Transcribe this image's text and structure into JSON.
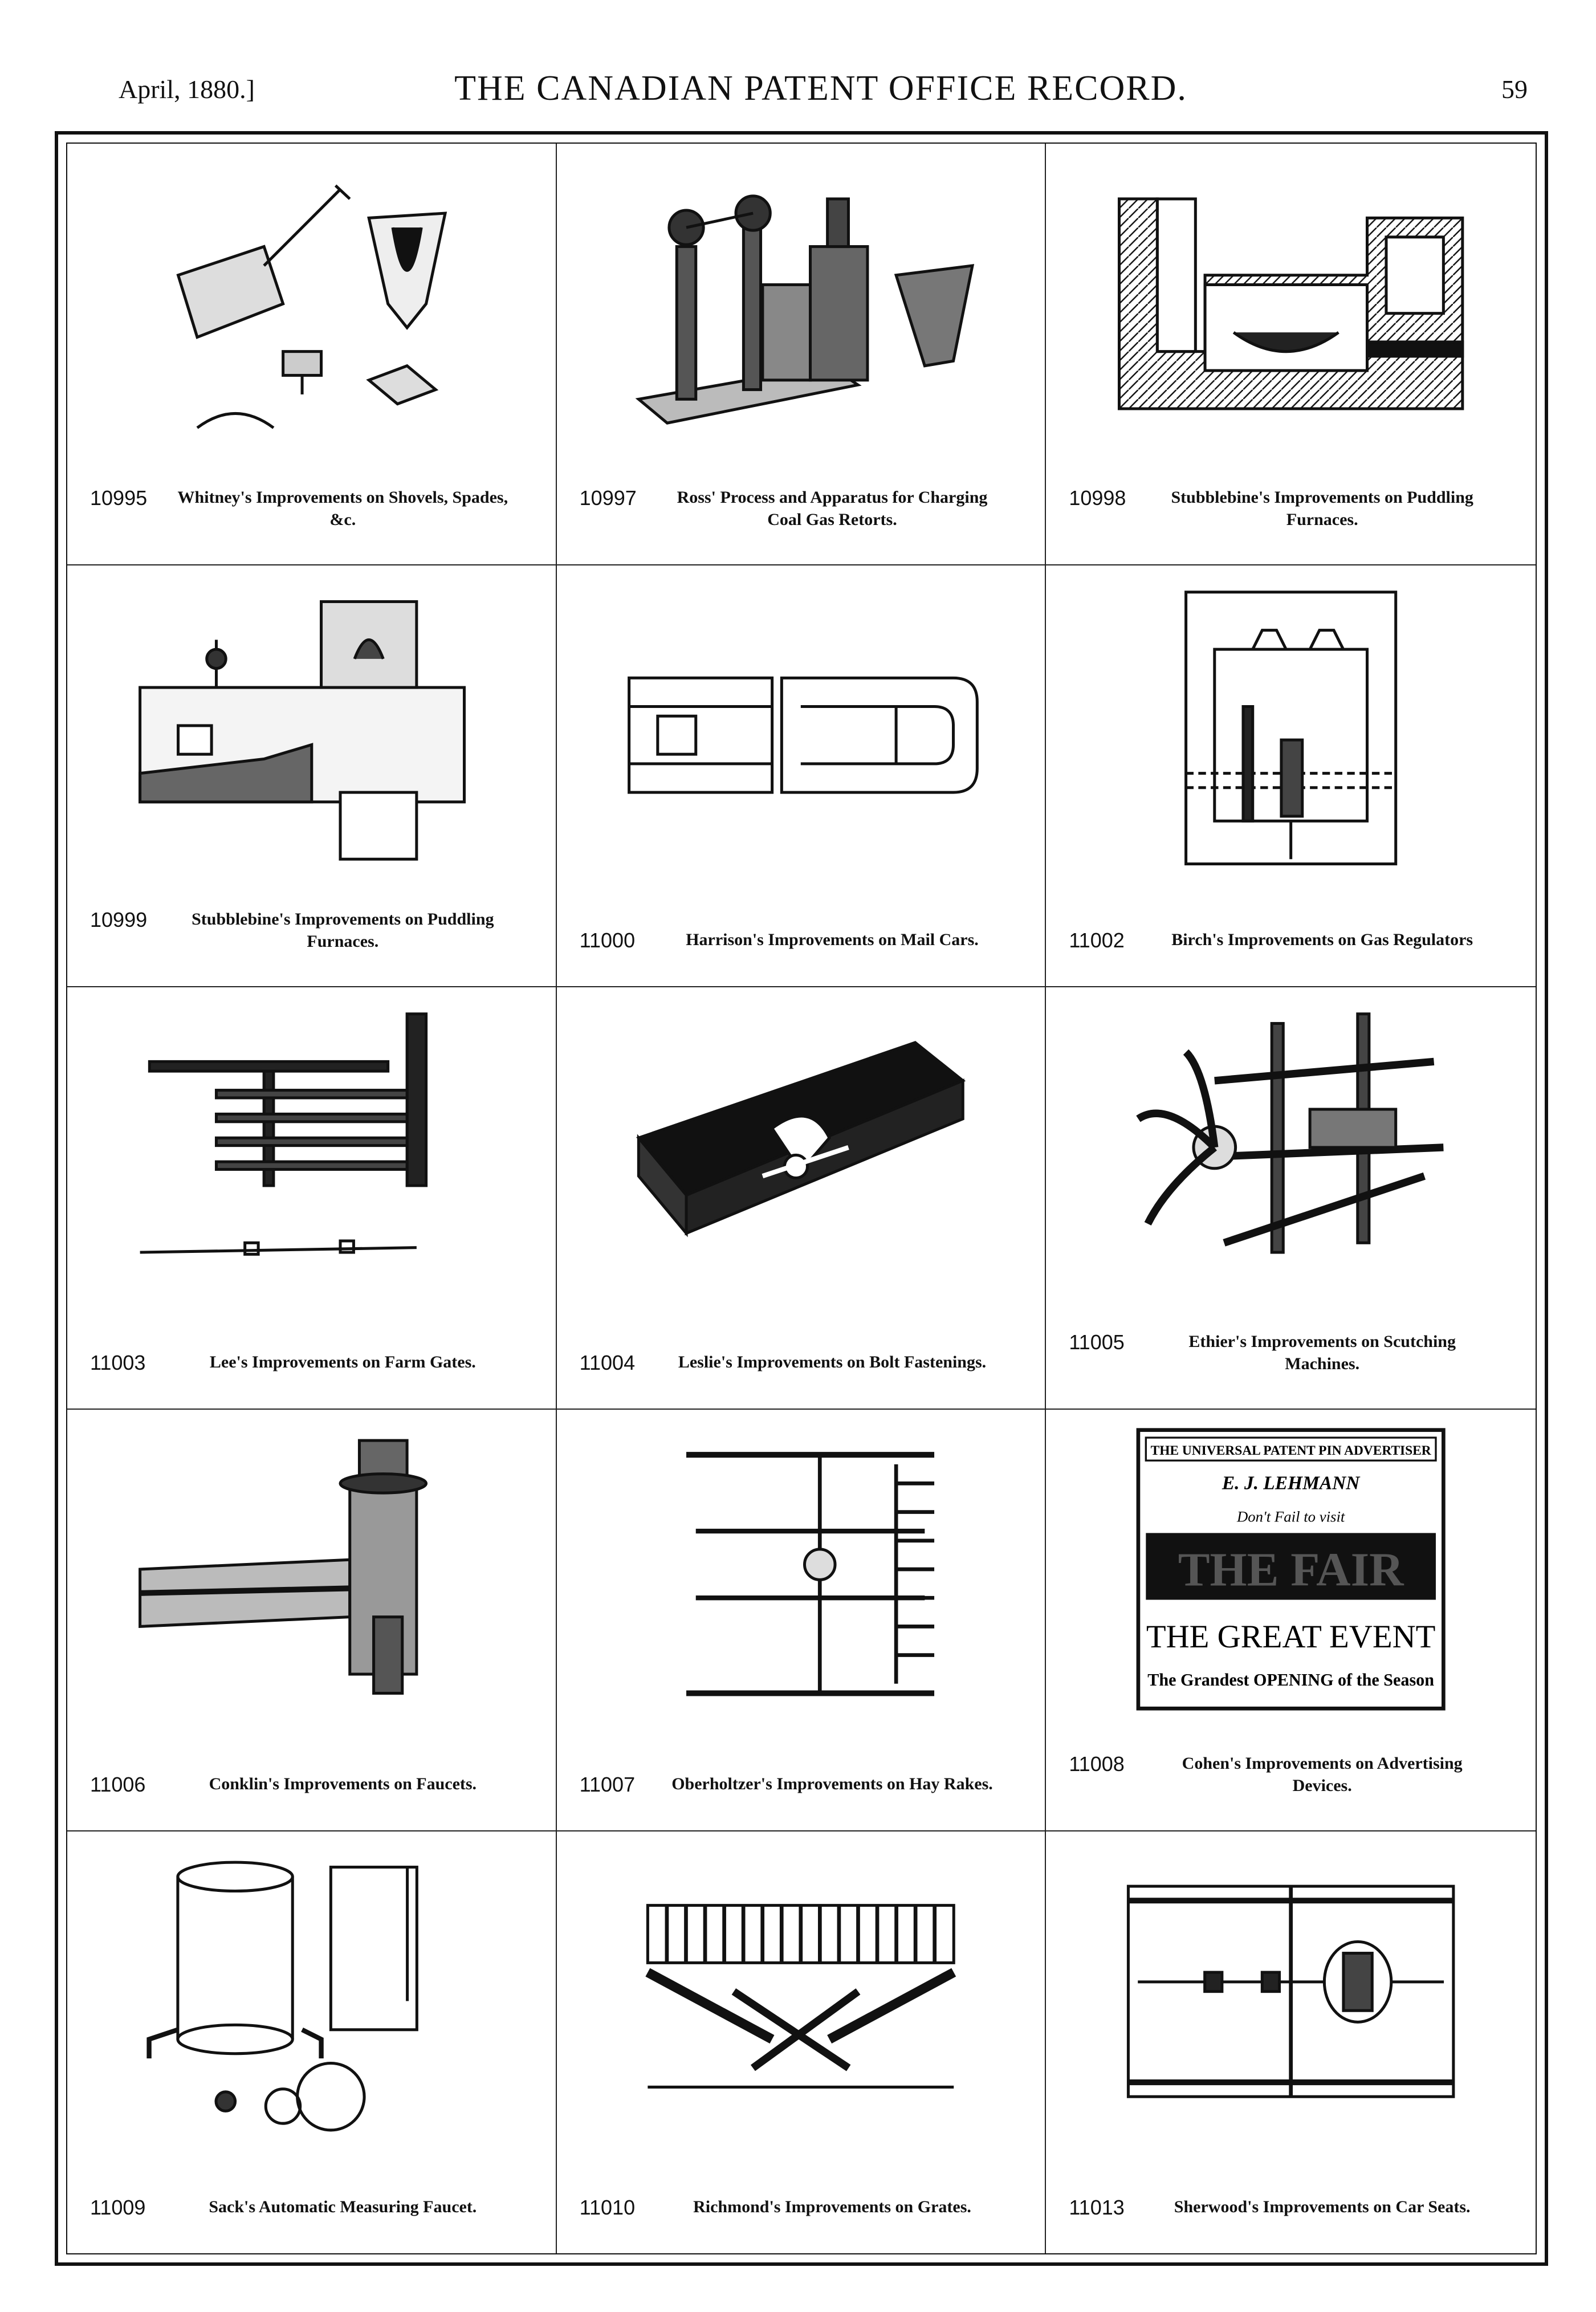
{
  "header": {
    "date": "April, 1880.]",
    "title": "THE CANADIAN PATENT OFFICE RECORD.",
    "page": "59"
  },
  "entries": [
    {
      "number": "10995",
      "title": "Whitney's Improvements on Shovels, Spades, &c.",
      "icon": "shovel-drawing"
    },
    {
      "number": "10997",
      "title": "Ross' Process and Apparatus for Charging Coal Gas Retorts.",
      "icon": "retort-apparatus-drawing"
    },
    {
      "number": "10998",
      "title": "Stubblebine's Improvements on Puddling Furnaces.",
      "icon": "furnace-section-drawing"
    },
    {
      "number": "10999",
      "title": "Stubblebine's Improvements on Puddling Furnaces.",
      "icon": "furnace-drawing"
    },
    {
      "number": "11000",
      "title": "Harrison's Improvements on Mail Cars.",
      "icon": "mail-car-plan-drawing"
    },
    {
      "number": "11002",
      "title": "Birch's Improvements on Gas Regulators",
      "icon": "gas-regulator-drawing"
    },
    {
      "number": "11003",
      "title": "Lee's Improvements on Farm Gates.",
      "icon": "farm-gate-drawing"
    },
    {
      "number": "11004",
      "title": "Leslie's Improvements on Bolt Fastenings.",
      "icon": "bolt-fastening-drawing"
    },
    {
      "number": "11005",
      "title": "Ethier's Improvements on Scutching Machines.",
      "icon": "scutching-machine-drawing"
    },
    {
      "number": "11006",
      "title": "Conklin's Improvements on Faucets.",
      "icon": "faucet-drawing"
    },
    {
      "number": "11007",
      "title": "Oberholtzer's Improvements on Hay Rakes.",
      "icon": "hay-rake-drawing"
    },
    {
      "number": "11008",
      "title": "Cohen's Improvements on Advertising Devices.",
      "icon": "advertising-poster-drawing",
      "poster": {
        "banner": "THE UNIVERSAL PATENT PIN ADVERTISER",
        "name": "E. J. LEHMANN",
        "line1": "Don't Fail to visit",
        "big": "THE FAIR",
        "event": "THE GREAT EVENT",
        "opening": "The Grandest OPENING of the Season"
      }
    },
    {
      "number": "11009",
      "title": "Sack's Automatic Measuring Faucet.",
      "icon": "measuring-faucet-drawing"
    },
    {
      "number": "11010",
      "title": "Richmond's Improvements on Grates.",
      "icon": "grate-drawing"
    },
    {
      "number": "11013",
      "title": "Sherwood's Improvements on Car Seats.",
      "icon": "car-seat-drawing"
    }
  ]
}
